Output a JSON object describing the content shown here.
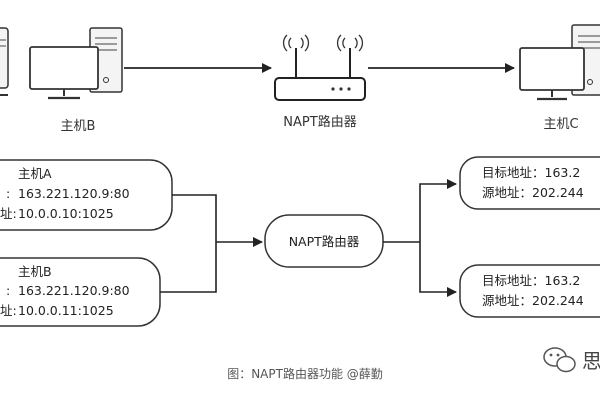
{
  "devices": {
    "host_b_label": "主机B",
    "router_label": "NAPT路由器",
    "host_c_label": "主机C"
  },
  "packets_in": [
    {
      "title": "主机A",
      "dst_suffix": "163.221.120.9:80",
      "src_suffix": "10.0.0.10:1025"
    },
    {
      "title": "主机B",
      "dst_suffix": "163.221.120.9:80",
      "src_suffix": "10.0.0.11:1025"
    }
  ],
  "router_node": "NAPT路由器",
  "packets_out": [
    {
      "dst_text": "目标地址：163.2",
      "src_text": "源地址：202.244"
    },
    {
      "dst_text": "目标地址：163.2",
      "src_text": "源地址：202.244"
    }
  ],
  "caption": "图：NAPT路由器功能 @薛勤",
  "watermark": "思",
  "colors": {
    "line": "#222222",
    "stroke": "#333333",
    "monitor_fill": "#ffffff",
    "tower_fill": "#f4f4f4"
  }
}
